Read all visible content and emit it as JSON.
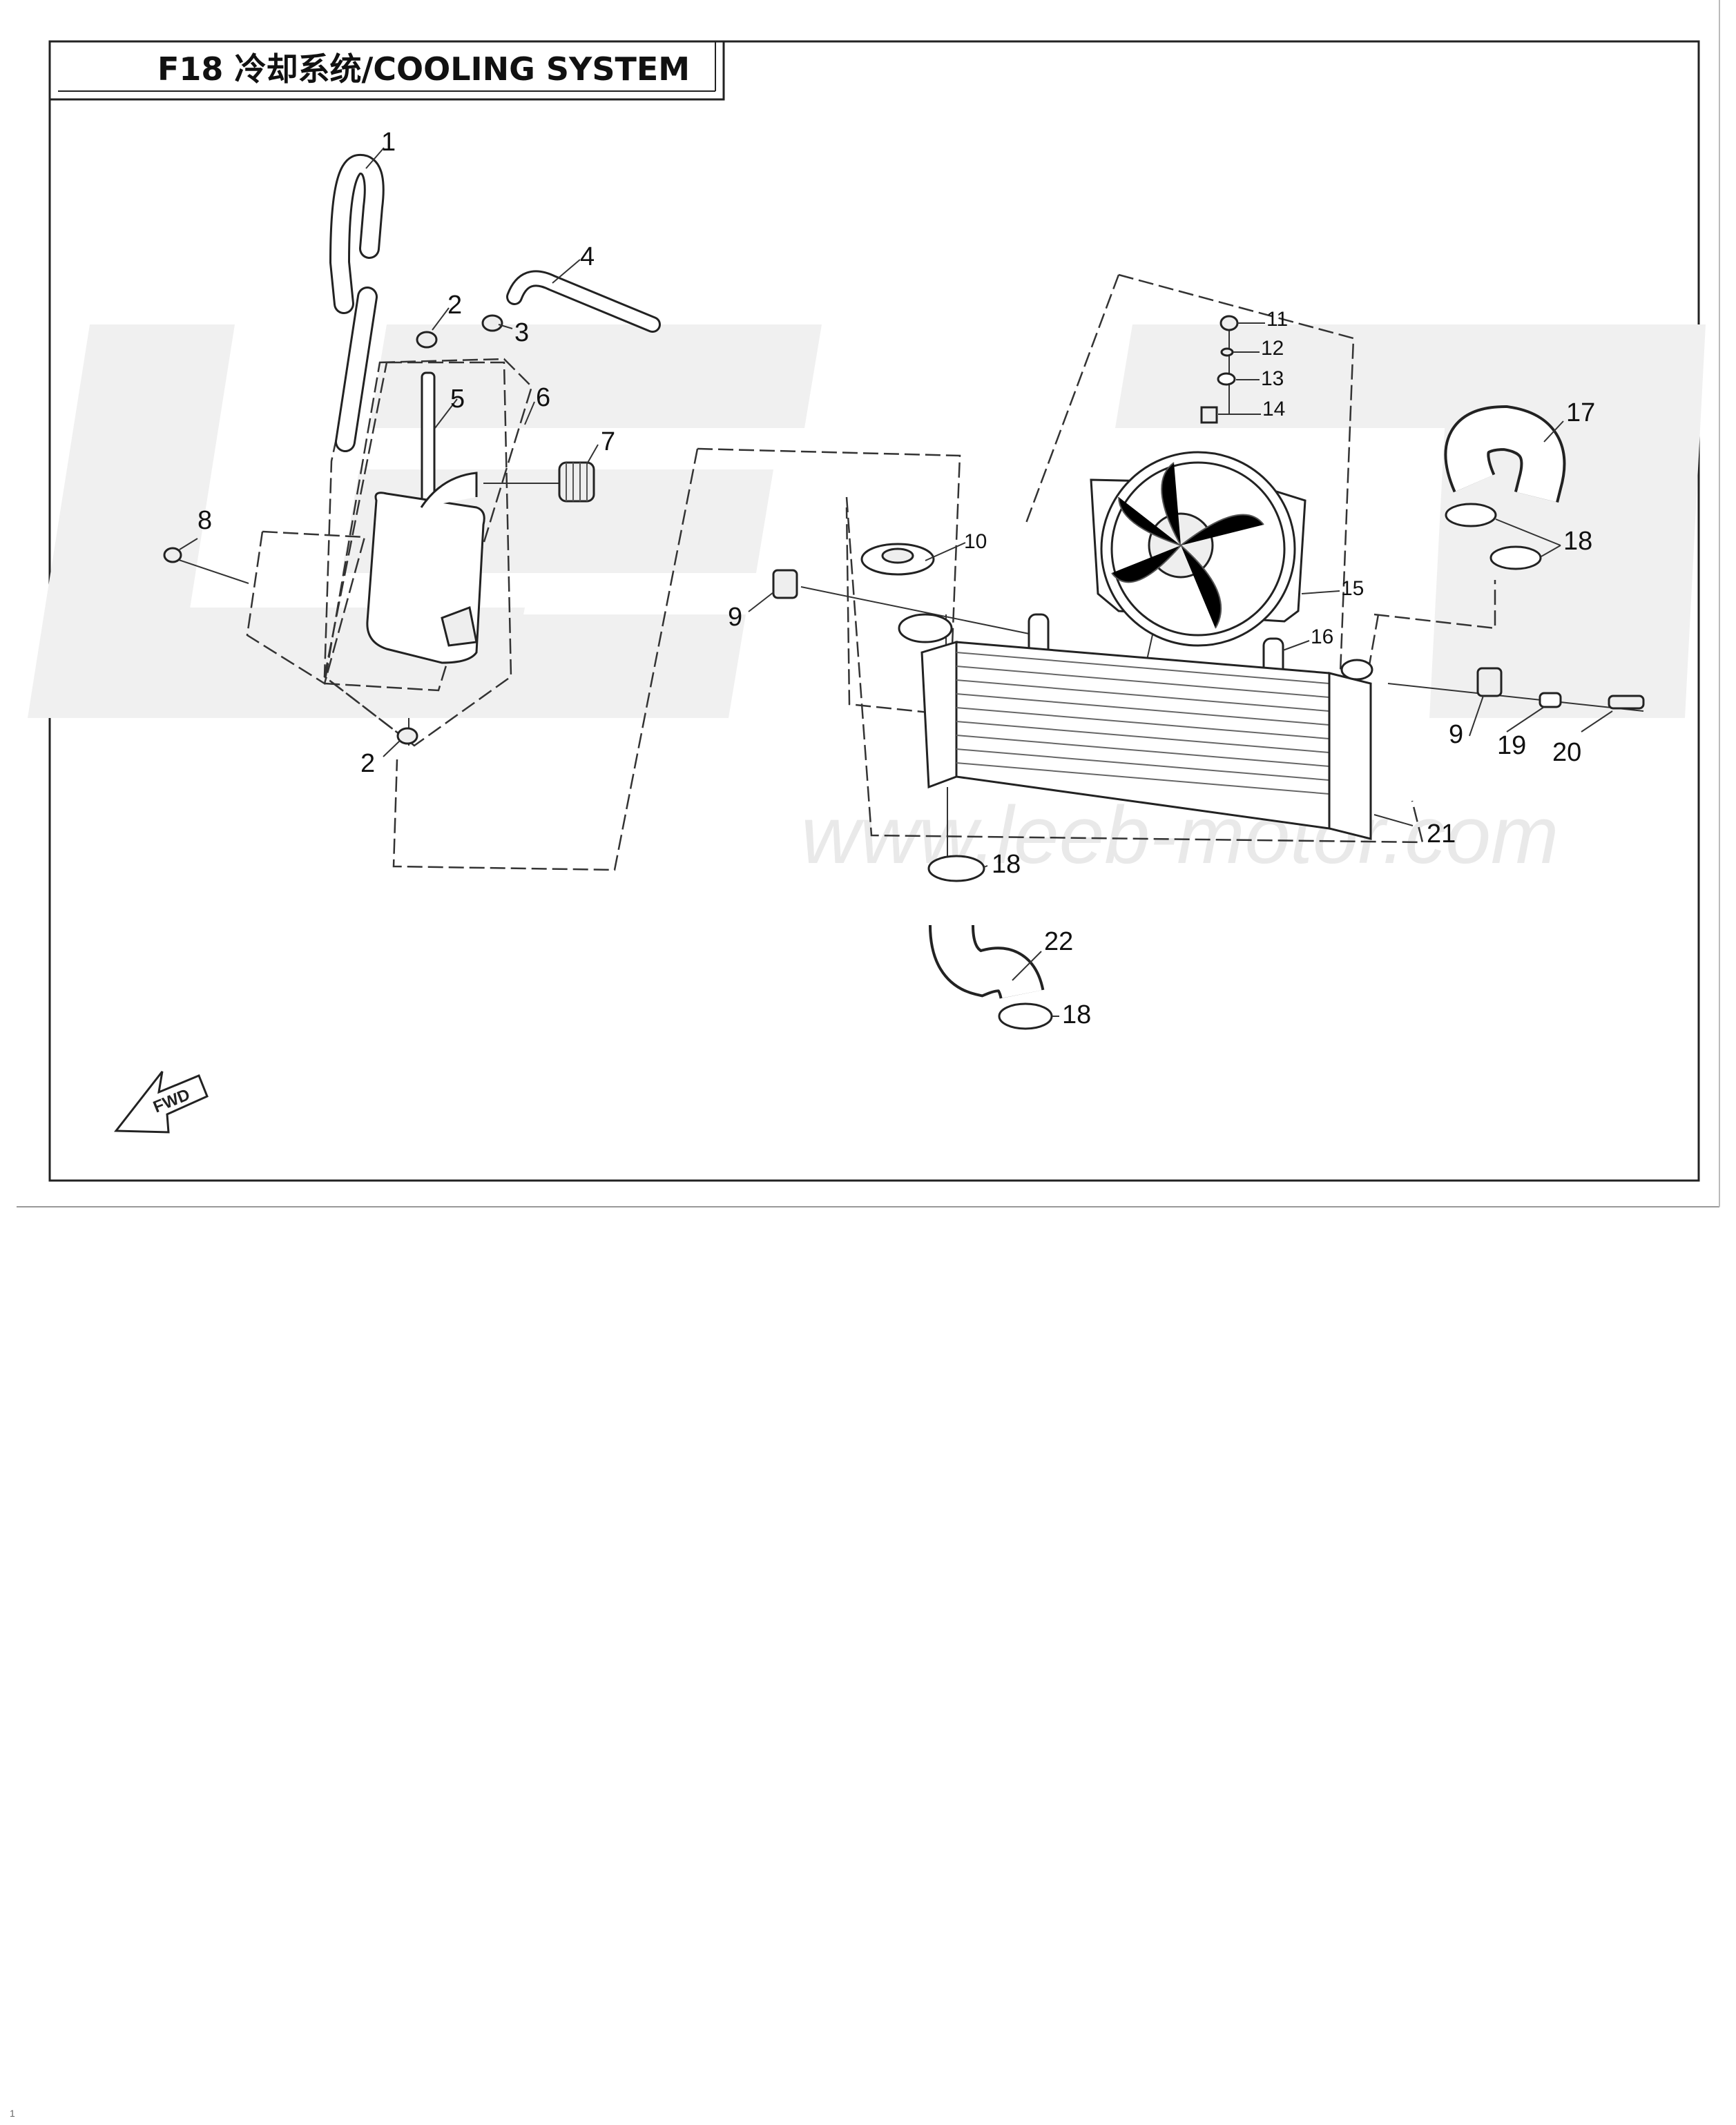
{
  "title": "F18  冷却系统/COOLING SYSTEM",
  "watermark_url": "www.leeb-motor.com",
  "fwd_label": "FWD",
  "page_marker": "1",
  "callouts": [
    {
      "id": "c1",
      "label": "1"
    },
    {
      "id": "c2a",
      "label": "2"
    },
    {
      "id": "c2b",
      "label": "2"
    },
    {
      "id": "c3",
      "label": "3"
    },
    {
      "id": "c4",
      "label": "4"
    },
    {
      "id": "c5",
      "label": "5"
    },
    {
      "id": "c6",
      "label": "6"
    },
    {
      "id": "c7",
      "label": "7"
    },
    {
      "id": "c8",
      "label": "8"
    },
    {
      "id": "c9a",
      "label": "9"
    },
    {
      "id": "c9b",
      "label": "9"
    },
    {
      "id": "c10",
      "label": "10"
    },
    {
      "id": "c11",
      "label": "11"
    },
    {
      "id": "c12",
      "label": "12"
    },
    {
      "id": "c13",
      "label": "13"
    },
    {
      "id": "c14",
      "label": "14"
    },
    {
      "id": "c15",
      "label": "15"
    },
    {
      "id": "c16",
      "label": "16"
    },
    {
      "id": "c17",
      "label": "17"
    },
    {
      "id": "c18a",
      "label": "18"
    },
    {
      "id": "c18b",
      "label": "18"
    },
    {
      "id": "c18c",
      "label": "18"
    },
    {
      "id": "c19",
      "label": "19"
    },
    {
      "id": "c20",
      "label": "20"
    },
    {
      "id": "c21",
      "label": "21"
    },
    {
      "id": "c22",
      "label": "22"
    }
  ]
}
